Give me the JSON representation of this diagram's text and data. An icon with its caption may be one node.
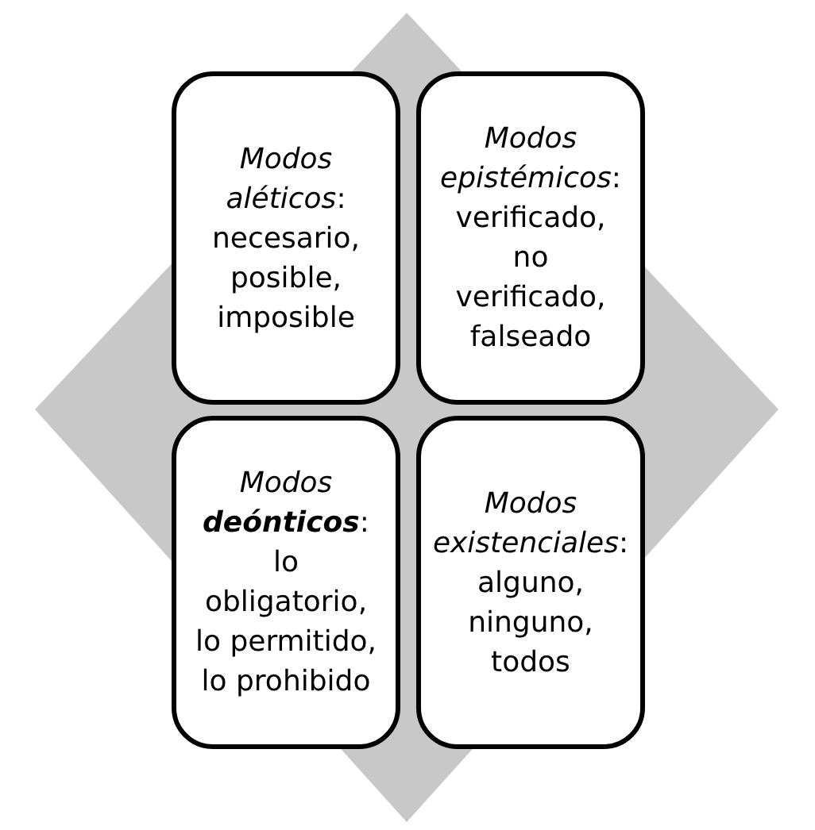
{
  "diagram": {
    "nodes": [
      {
        "text": [
          "*Modos aléticos*: necesario, posible, imposible"
        ]
      },
      {
        "text": [
          "*Modos epistémicos*: verificado, no verificado, falseado"
        ]
      },
      {
        "text": [
          "*Modos* **deónticos**: lo obligatorio, lo permitido, lo prohibido"
        ]
      },
      {
        "text": [
          "*Modos existenciales*: alguno, ninguno, todos"
        ]
      }
    ]
  }
}
